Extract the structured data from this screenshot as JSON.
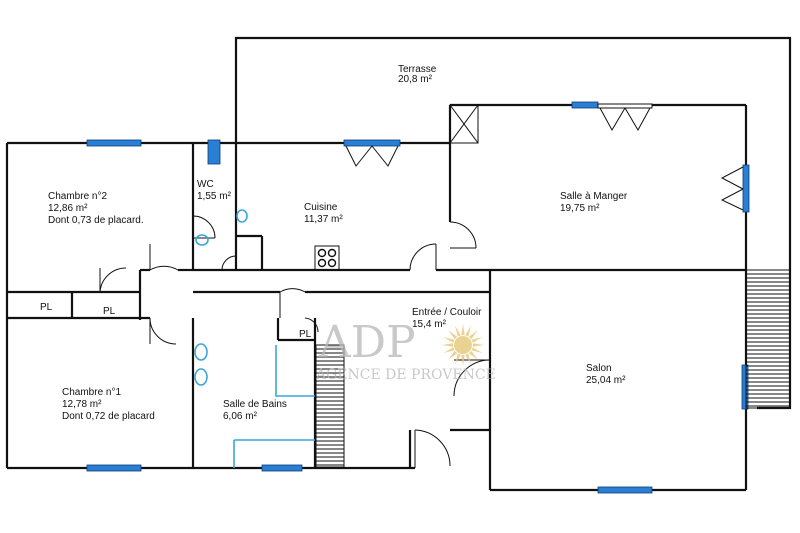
{
  "rooms": {
    "terrasse": {
      "name": "Terrasse",
      "area": "20,8  m²"
    },
    "chambre2": {
      "name": "Chambre n°2",
      "area": "12,86  m²",
      "note": "Dont 0,73 de placard."
    },
    "wc": {
      "name": "WC",
      "area": "1,55  m²"
    },
    "cuisine": {
      "name": "Cuisine",
      "area": "11,37  m²"
    },
    "salle_manger": {
      "name": "Salle à Manger",
      "area": "19,75  m²"
    },
    "pl1": {
      "name": "PL"
    },
    "pl2": {
      "name": "PL"
    },
    "pl3": {
      "name": "PL"
    },
    "entree": {
      "name": "Entrée / Couloir",
      "area": "15,4  m²"
    },
    "salon": {
      "name": "Salon",
      "area": "25,04  m²"
    },
    "chambre1": {
      "name": "Chambre n°1",
      "area": "12,78  m²",
      "note": "Dont 0,72 de placard"
    },
    "salle_bains": {
      "name": "Salle de Bains",
      "area": "6,06  m²"
    }
  },
  "watermark": {
    "logo": "ADP",
    "subtitle": "AGENCE DE PROVENCE"
  },
  "colors": {
    "wall": "#111111",
    "window": "#2a7fd4",
    "bathroom_fixture": "#3aa6d8",
    "watermark": "#b7b7b7"
  }
}
